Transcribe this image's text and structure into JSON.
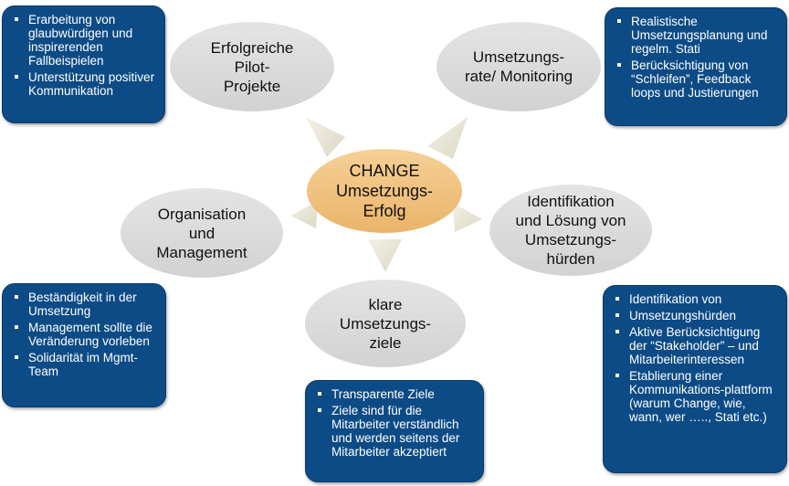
{
  "center": {
    "lines": [
      "CHANGE",
      "Umsetzungs-",
      "Erfolg"
    ]
  },
  "nodes": {
    "pilot": {
      "lines": [
        "Erfolgreiche",
        "Pilot-",
        "Projekte"
      ]
    },
    "monitoring": {
      "lines": [
        "Umsetzungs-",
        "rate/ Monitoring"
      ]
    },
    "organisation": {
      "lines": [
        "Organisation",
        "und",
        "Management"
      ]
    },
    "huerden": {
      "lines": [
        "Identifikation",
        "und Lösung von",
        "Umsetzungs-",
        "hürden"
      ]
    },
    "ziele": {
      "lines": [
        "klare",
        "Umsetzungs-",
        "ziele"
      ]
    }
  },
  "boxes": {
    "pilot": [
      "Erarbeitung von glaubwürdigen und inspirerenden Fallbeispielen",
      "Unterstützung positiver Kommunikation"
    ],
    "monitoring": [
      "Realistische Umsetzungsplanung und regelm. Stati",
      "Berücksichtigung von “Schleifen”, Feedback loops und Justierungen"
    ],
    "organisation": [
      "Beständigkeit in der Umsetzung",
      "Management sollte die Veränderung vorleben",
      "Solidarität im Mgmt-Team"
    ],
    "ziele": [
      "Transparente Ziele",
      "Ziele sind für die Mitarbeiter verständlich und werden seitens der Mitarbeiter akzeptiert"
    ],
    "huerden": [
      "Identifikation von",
      "Umsetzungshürden",
      "Aktive Berücksichtigung der “Stakeholder” – und Mitarbeiterinteressen",
      "Etablierung einer Kommunikations-plattform (warum Change, wie, wann, wer ….., Stati etc.)"
    ]
  },
  "colors": {
    "box": "#0d4b86",
    "oval": "#d9d9d9",
    "center": "#f0c27f",
    "arrow": "#ece9d8"
  }
}
